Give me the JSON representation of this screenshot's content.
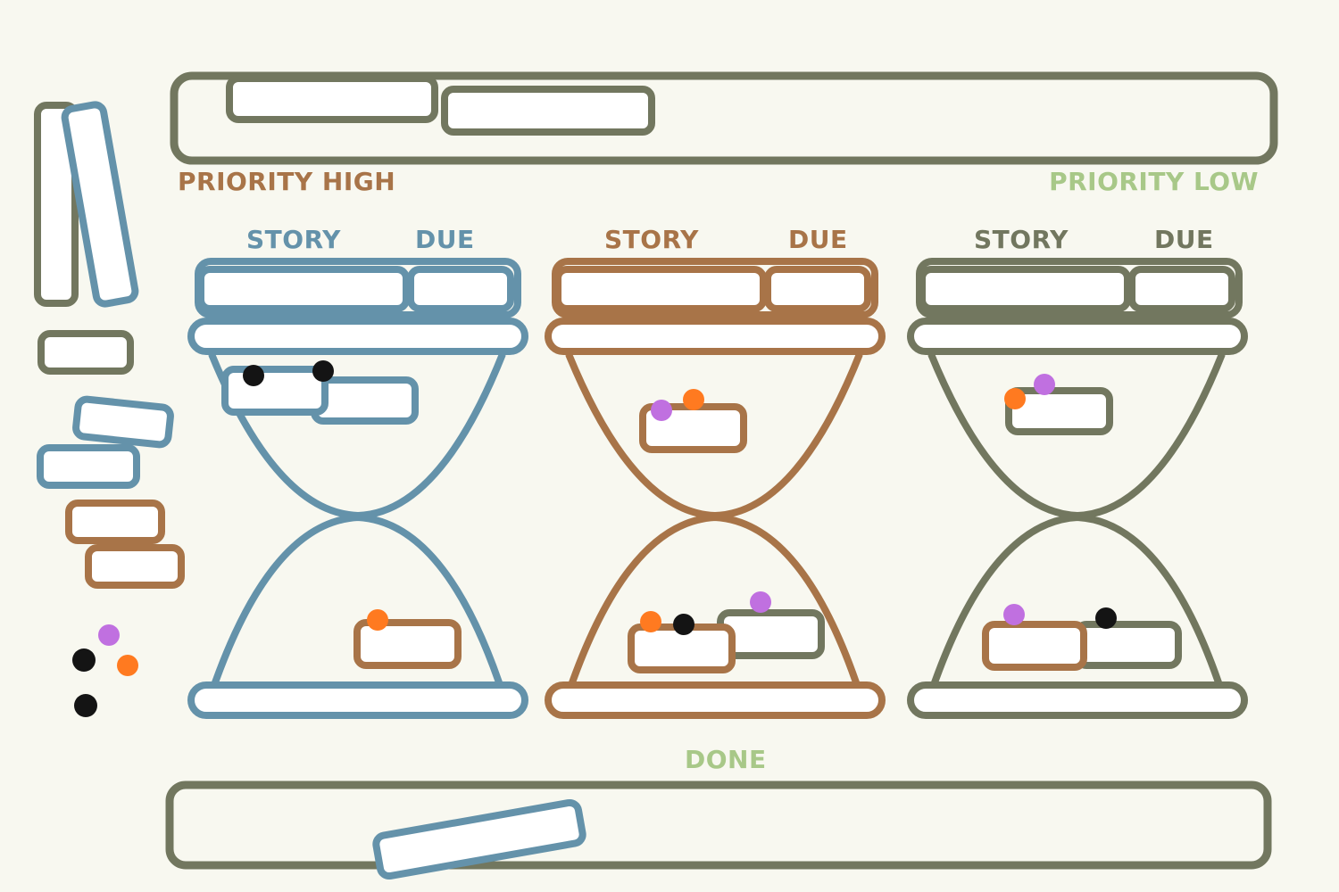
{
  "labels": {
    "priority_high": "PRIORITY HIGH",
    "priority_low": "PRIORITY LOW",
    "done": "DONE"
  },
  "columns": [
    {
      "story_label": "STORY",
      "due_label": "DUE",
      "color": "#6492aa",
      "top_cards": 2,
      "bottom_cards": 1
    },
    {
      "story_label": "STORY",
      "due_label": "DUE",
      "color": "#a87448",
      "top_cards": 1,
      "bottom_cards": 2
    },
    {
      "story_label": "STORY",
      "due_label": "DUE",
      "color": "#72775f",
      "top_cards": 1,
      "bottom_cards": 2
    }
  ],
  "colors": {
    "background": "#f8f8f0",
    "blue": "#6492aa",
    "brown": "#a87448",
    "olive": "#72775f",
    "light_green": "#a8c888",
    "dot_purple": "#c070e0",
    "dot_orange": "#ff7a20",
    "dot_black": "#141414",
    "card_fill": "#ffffff"
  }
}
